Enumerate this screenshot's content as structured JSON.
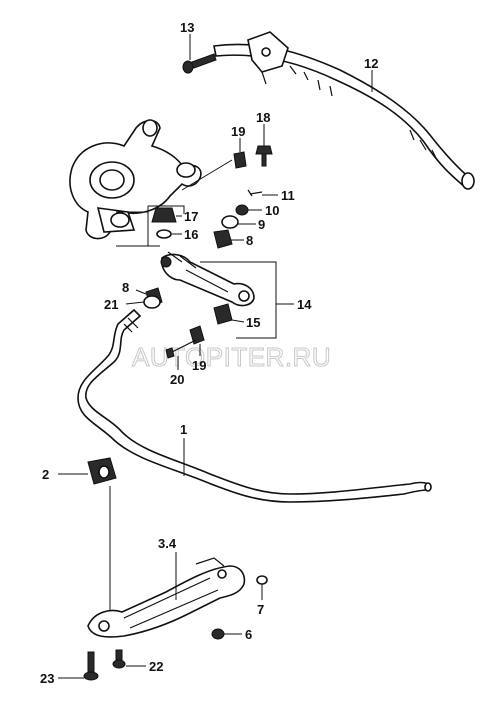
{
  "watermark": "AUTOPITER.RU",
  "callouts": {
    "c1": "1",
    "c2": "2",
    "c34": "3.4",
    "c6": "6",
    "c7": "7",
    "c8a": "8",
    "c8b": "8",
    "c9": "9",
    "c10": "10",
    "c11": "11",
    "c12": "12",
    "c13": "13",
    "c14": "14",
    "c15": "15",
    "c16": "16",
    "c17": "17",
    "c18": "18",
    "c19a": "19",
    "c19b": "19",
    "c20": "20",
    "c21": "21",
    "c22": "22",
    "c23": "23"
  }
}
